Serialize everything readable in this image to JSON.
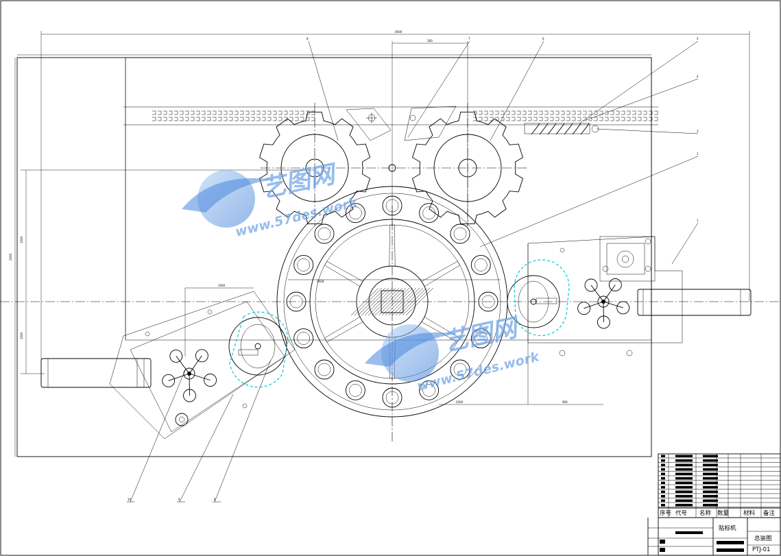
{
  "drawing": {
    "overall_dim": "4000",
    "top_dim": "300",
    "left_dim": "1000",
    "height_dim": "2000",
    "mid_dim_a": "2028",
    "mid_dim_b": "1000",
    "right_dim_a": "900",
    "right_dim_b": "2000",
    "left_small_dim": "1000"
  },
  "leaders": [
    "8",
    "7",
    "6",
    "5",
    "4",
    "3",
    "2",
    "1",
    "10",
    "9",
    "8"
  ],
  "title_block": {
    "headers": [
      "序号",
      "代号",
      "名称",
      "数量",
      "材料",
      "备注"
    ],
    "product_name": "贴标机",
    "drawing_type": "总装图",
    "drawing_number": "PTJ-01"
  },
  "watermark": {
    "brand": "艺图网",
    "url_a": "www.57des.work",
    "url_b": "www.57des.work"
  },
  "colors": {
    "line": "#000000",
    "accent": "#00c8d8",
    "watermark": "#6fa3e6"
  }
}
